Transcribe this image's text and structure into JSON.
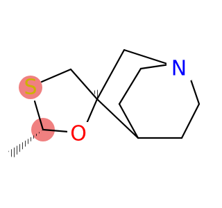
{
  "molecule": {
    "atoms": {
      "nitrogen": {
        "symbol": "N",
        "color": "#0000ff"
      },
      "sulfur": {
        "symbol": "S",
        "color": "#ccb200"
      },
      "oxygen": {
        "symbol": "O",
        "color": "#ff0000"
      }
    },
    "highlight_color": "#f08080",
    "bond_color": "#000000"
  }
}
